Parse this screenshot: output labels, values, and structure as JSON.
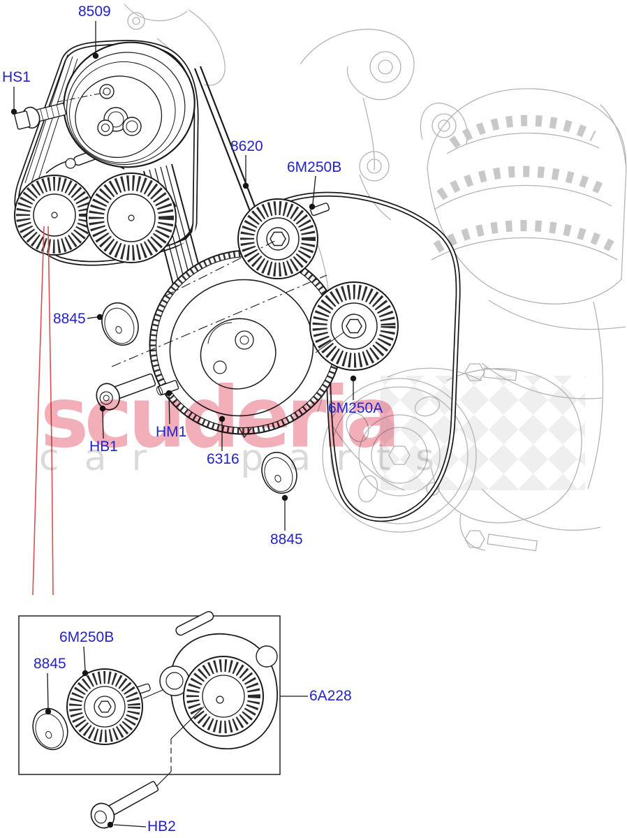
{
  "watermark": {
    "brand": "scuderia",
    "tagline": "car parts"
  },
  "callouts": {
    "main": [
      {
        "text": "8509"
      },
      {
        "text": "HS1"
      },
      {
        "text": "8620"
      },
      {
        "text": "6M250B"
      },
      {
        "text": "8845"
      },
      {
        "text": "HB1"
      },
      {
        "text": "HM1"
      },
      {
        "text": "6316"
      },
      {
        "text": "6M250A"
      },
      {
        "text": "8845"
      }
    ],
    "inset": [
      {
        "text": "6M250B"
      },
      {
        "text": "8845"
      },
      {
        "text": "6A228"
      },
      {
        "text": "HB2"
      }
    ]
  },
  "colors": {
    "callout_text": "#2222cc",
    "diagram_ink": "#1a1a1a",
    "background_machinery": "#b4b4b4",
    "zoom_reference_red": "#d94f4f",
    "watermark_pink": "#f2afba",
    "watermark_gray": "#dadada"
  }
}
